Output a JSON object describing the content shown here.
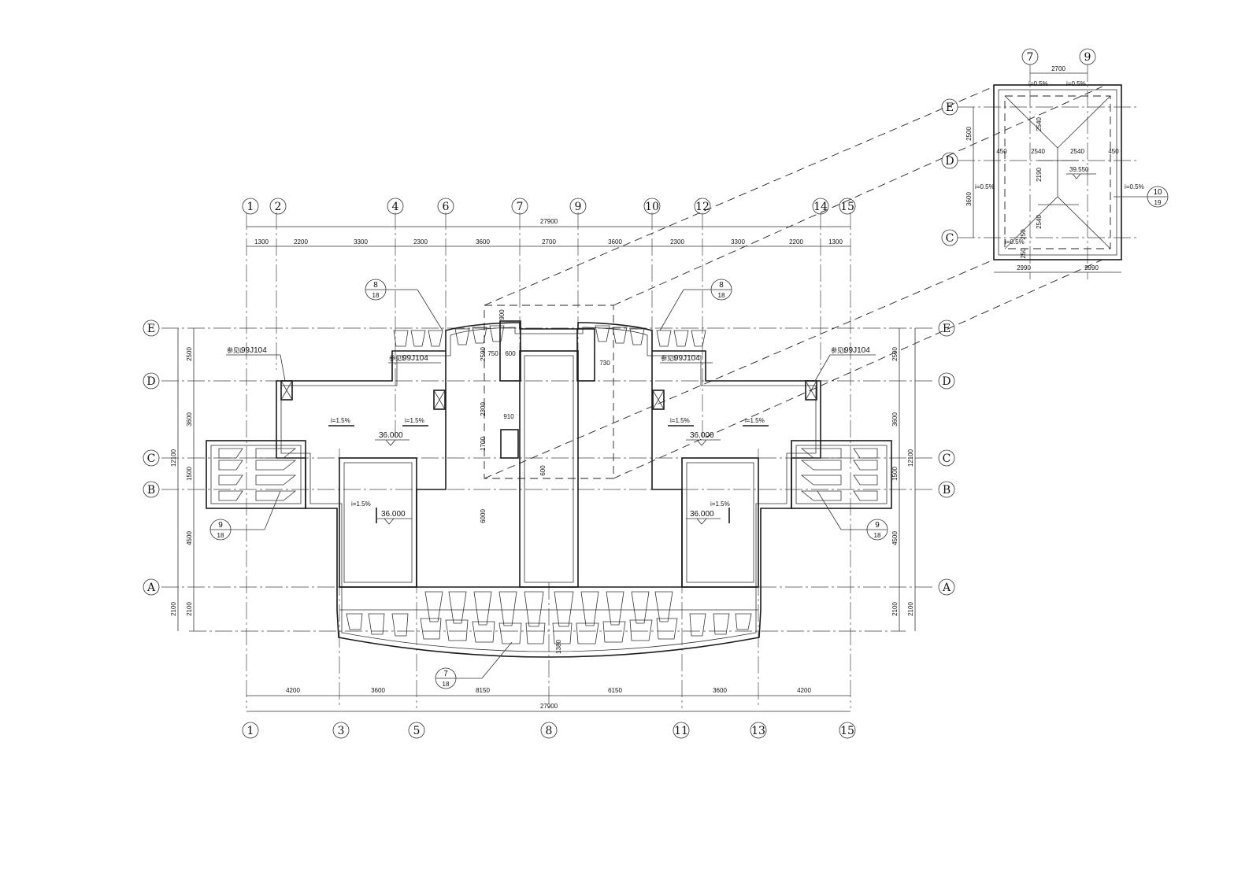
{
  "grid_top": [
    "1",
    "2",
    "4",
    "6",
    "7",
    "9",
    "10",
    "12",
    "14",
    "15"
  ],
  "grid_bottom": [
    "1",
    "3",
    "5",
    "8",
    "11",
    "13",
    "15"
  ],
  "grid_rows": [
    "E",
    "D",
    "C",
    "B",
    "A"
  ],
  "dims_top_total": "27900",
  "dims_top": [
    "1300",
    "2200",
    "3300",
    "2300",
    "3600",
    "2700",
    "3600",
    "2300",
    "3300",
    "2200",
    "1300"
  ],
  "dims_bottom": [
    "4200",
    "3600",
    "8150",
    "6150",
    "3600",
    "4200"
  ],
  "dims_bottom_total": "27900",
  "dims_left": [
    "2500",
    "3600",
    "1500",
    "4500",
    "2100"
  ],
  "dims_left_outer": [
    "12100",
    "2100"
  ],
  "dims_right": [
    "2500",
    "3600",
    "1500",
    "4500",
    "2100"
  ],
  "dims_right_outer": [
    "12100",
    "2100"
  ],
  "slopes": [
    "i=1.5%",
    "i=1.5%",
    "i=1.5%",
    "i=1.5%",
    "i=1.5%",
    "i=1.5%"
  ],
  "elevations": [
    "36.000",
    "36.000",
    "36.000",
    "36.000"
  ],
  "refs": [
    "99J104",
    "99J104",
    "99J104",
    "99J104"
  ],
  "ref_prefix": "参见L",
  "details": [
    {
      "num": "8",
      "sheet": "18"
    },
    {
      "num": "8",
      "sheet": "18"
    },
    {
      "num": "9",
      "sheet": "18"
    },
    {
      "num": "9",
      "sheet": "18"
    },
    {
      "num": "7",
      "sheet": "18"
    }
  ],
  "mid_dims": [
    "900",
    "2590",
    "750",
    "600",
    "730",
    "2300",
    "910",
    "1700",
    "600",
    "6000",
    "1380"
  ],
  "inset": {
    "grid_cols": [
      "7",
      "9"
    ],
    "grid_rows": [
      "E",
      "D",
      "C"
    ],
    "dim_top": "2700",
    "dims_bottom": [
      "2990",
      "2990"
    ],
    "dims_left": [
      "2500",
      "3600"
    ],
    "dims_inner": [
      "2540",
      "2540",
      "2540",
      "2190",
      "2540",
      "450",
      "450",
      "250",
      "250"
    ],
    "slopes": [
      "i=0.5%",
      "i=0.5%",
      "i=0.5%",
      "i=0.5%",
      "i=0.5%"
    ],
    "elevation": "39.550",
    "detail": {
      "num": "10",
      "sheet": "19"
    }
  }
}
